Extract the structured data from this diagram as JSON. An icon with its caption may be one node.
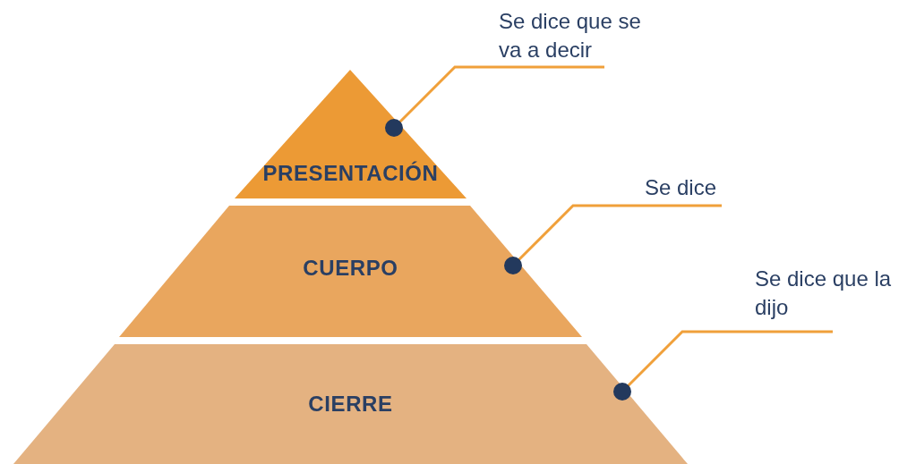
{
  "diagram": {
    "nodes": [
      {
        "text": [
          "PRESENTACIÓN"
        ]
      },
      {
        "text": [
          "CUERPO"
        ]
      },
      {
        "text": [
          "CIERRE"
        ]
      },
      {
        "text": [
          "Se dice que se va a decir"
        ]
      },
      {
        "text": [
          "Se dice"
        ]
      },
      {
        "text": [
          "Se dice que la dijo"
        ]
      }
    ],
    "edges": [
      {
        "from": 3,
        "to": 0,
        "arrow": "other"
      },
      {
        "from": 4,
        "to": 1,
        "arrow": "other"
      },
      {
        "from": 5,
        "to": 2,
        "arrow": "other"
      }
    ]
  }
}
